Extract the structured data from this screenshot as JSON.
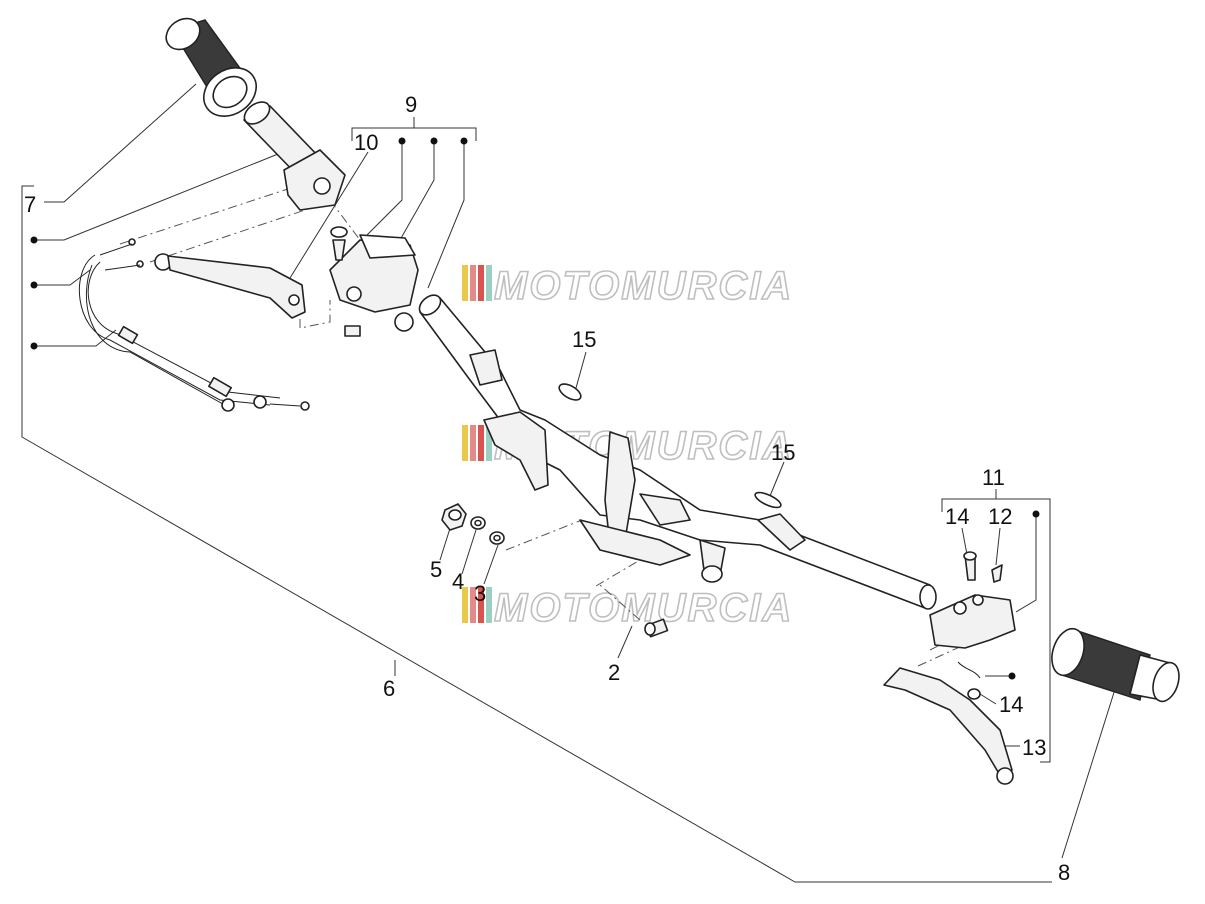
{
  "watermark": {
    "text": "MOTOMURCIA",
    "colors": [
      "#e8c94a",
      "#e38a8a",
      "#d9534f",
      "#9ccfc2"
    ]
  },
  "callouts": {
    "c2": "2",
    "c3": "3",
    "c4": "4",
    "c5": "5",
    "c6": "6",
    "c7": "7",
    "c8": "8",
    "c9": "9",
    "c10": "10",
    "c11": "11",
    "c12": "12",
    "c13": "13",
    "c14a": "14",
    "c14b": "14",
    "c15a": "15",
    "c15b": "15"
  }
}
